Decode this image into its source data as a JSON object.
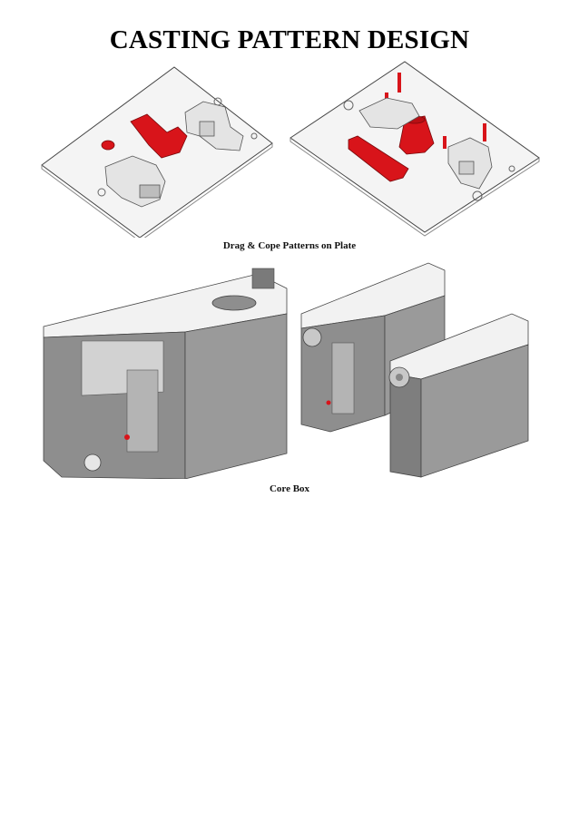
{
  "document": {
    "title": "CASTING PATTERN DESIGN",
    "figures": [
      {
        "caption": "Drag & Cope Patterns on Plate"
      },
      {
        "caption": "Core Box"
      }
    ],
    "colors": {
      "pattern_red": "#d8141a",
      "plate_white": "#f4f4f4",
      "metal_gray": "#8e8e8e",
      "outline": "#3a3a3a"
    }
  }
}
